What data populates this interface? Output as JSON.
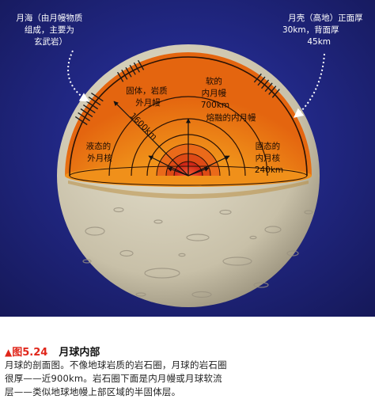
{
  "labels": {
    "mare": [
      "月海（由月幔物质",
      "组成，主要为",
      "玄武岩）"
    ],
    "crust": [
      "月壳（高地）正面厚",
      "30km，背面厚",
      "45km"
    ],
    "lithosphere": [
      "固体，岩质",
      "外月幔"
    ],
    "soft_mantle": [
      "软的",
      "内月幔",
      "700km"
    ],
    "molten_mantle": "熔融的内月幔",
    "radius": "1600km",
    "liquid_core": [
      "液态的",
      "外月核"
    ],
    "solid_core": [
      "固态的",
      "内月核",
      "240km"
    ]
  },
  "caption": {
    "figure_number": "图5.24",
    "title": "月球内部",
    "lines": [
      "月球的剖面图。不像地球岩质的岩石圈，月球的岩石圈",
      "很厚——近900km。岩石圈下面是内月幔或月球软流",
      "层——类似地球地幔上部区域的半固体层。"
    ]
  },
  "colors": {
    "space": "#1b1f6e",
    "cut_face": "#f3a21c",
    "rim": "#e75b12",
    "ring_inner": "#d83a14",
    "core_center": "#e22b18",
    "surface": "#cfc8b4",
    "accent": "#e0261a"
  }
}
